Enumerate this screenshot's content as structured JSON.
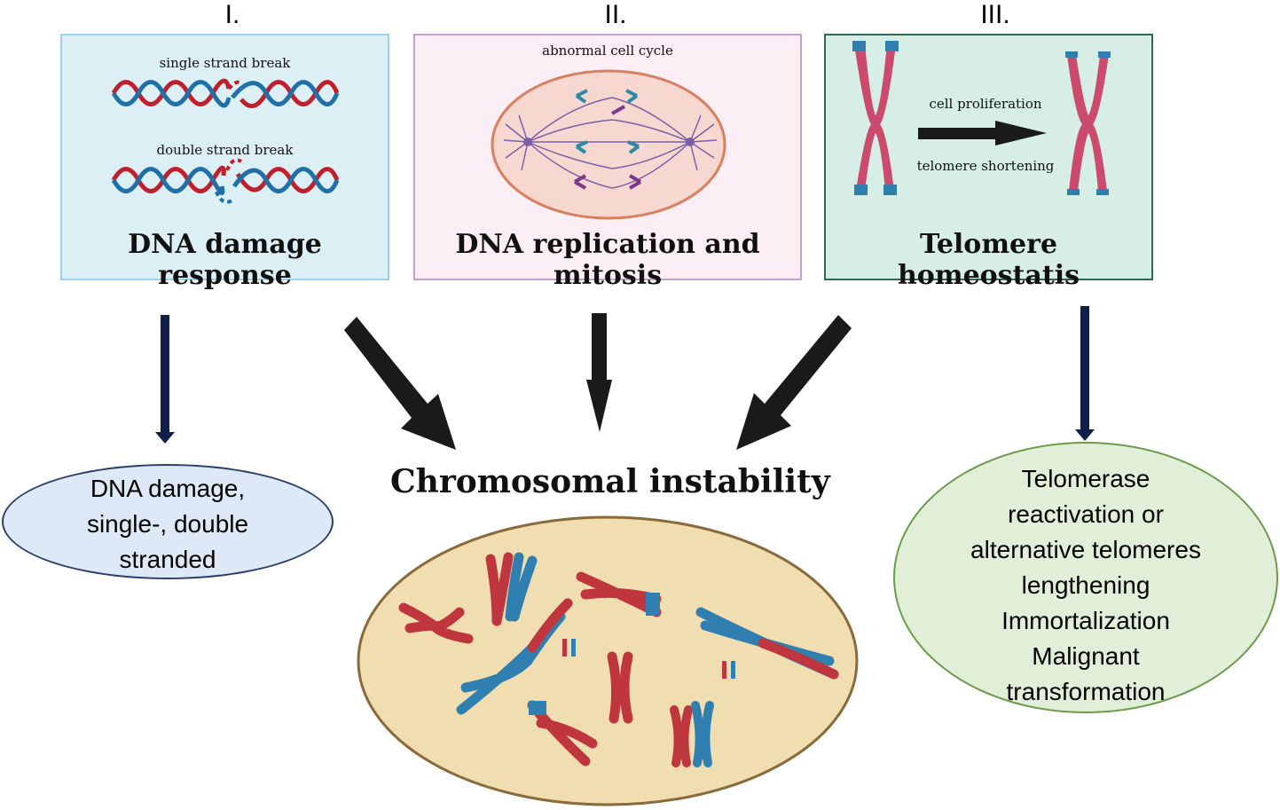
{
  "panels": [
    {
      "roman": "I.",
      "title": "DNA damage response",
      "labels": [
        "single strand break",
        "double strand break"
      ],
      "bg": "#dceff5",
      "border": "#9fd0ea"
    },
    {
      "roman": "II.",
      "title": "DNA replication and mitosis",
      "labels": [
        "abnormal cell cycle"
      ],
      "bg": "#fbeef4",
      "border": "#c8a0cf"
    },
    {
      "roman": "III.",
      "title": "Telomere homeostatis",
      "labels": [
        "cell proliferation",
        "telomere shortening"
      ],
      "bg": "#d6eee6",
      "border": "#2d6a55"
    }
  ],
  "center_label": "Chromosomal instability",
  "outcomes": {
    "left": {
      "lines": [
        "DNA damage,",
        "single-, double",
        "stranded"
      ],
      "bg": "#dde9f6",
      "border": "#2a3f6a"
    },
    "right": {
      "lines": [
        "Telomerase",
        "reactivation or",
        "alternative telomeres",
        "lengthening",
        "Immortalization",
        "Malignant",
        "transformation"
      ],
      "bg": "#e2efd8",
      "border": "#6a9a4a"
    }
  },
  "colors": {
    "dna_red": "#c0202c",
    "dna_blue": "#1f6fa8",
    "chromosome_pink": "#cc4a6e",
    "telomere_blue": "#2f7fb0",
    "spindle_purple": "#7b5fa8",
    "arrow_black": "#1a1a1a",
    "arrow_navy": "#0f1f4a",
    "cell_fill": "#f7d8d0",
    "cell_border": "#d88060",
    "instability_fill": "#f0deb0",
    "instability_border": "#8a6a3a"
  },
  "icons": [
    "dna-helix-icon",
    "mitotic-spindle-icon",
    "chromosome-icon",
    "arrow-icon"
  ]
}
